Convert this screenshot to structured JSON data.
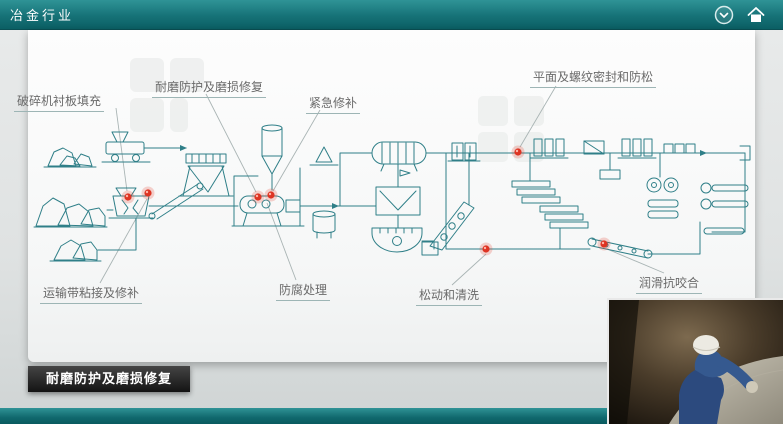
{
  "header": {
    "title": "冶金行业",
    "icons": [
      {
        "name": "chevron-down-circle-icon"
      },
      {
        "name": "home-icon"
      }
    ]
  },
  "diagram": {
    "labels": [
      {
        "id": "crusher-liner-filling",
        "text": "破碎机衬板填充"
      },
      {
        "id": "wear-protection-repair",
        "text": "耐磨防护及磨损修复"
      },
      {
        "id": "emergency-repair",
        "text": "紧急修补"
      },
      {
        "id": "surface-thread-sealing",
        "text": "平面及螺纹密封和防松"
      },
      {
        "id": "conveyor-belt-bonding",
        "text": "运输带粘接及修补"
      },
      {
        "id": "anticorrosion-treatment",
        "text": "防腐处理"
      },
      {
        "id": "loosening-cleaning",
        "text": "松动和清洗"
      },
      {
        "id": "lubrication-antiseize",
        "text": "润滑抗咬合"
      }
    ],
    "hotspot_count": 7
  },
  "footer": {
    "active_label": "耐磨防护及磨损修复"
  },
  "colors": {
    "header_teal": "#0e6d72",
    "diagram_stroke": "#2f7f88",
    "hotspot_red": "#de3423",
    "caption_bg": "#1c1c1c"
  }
}
